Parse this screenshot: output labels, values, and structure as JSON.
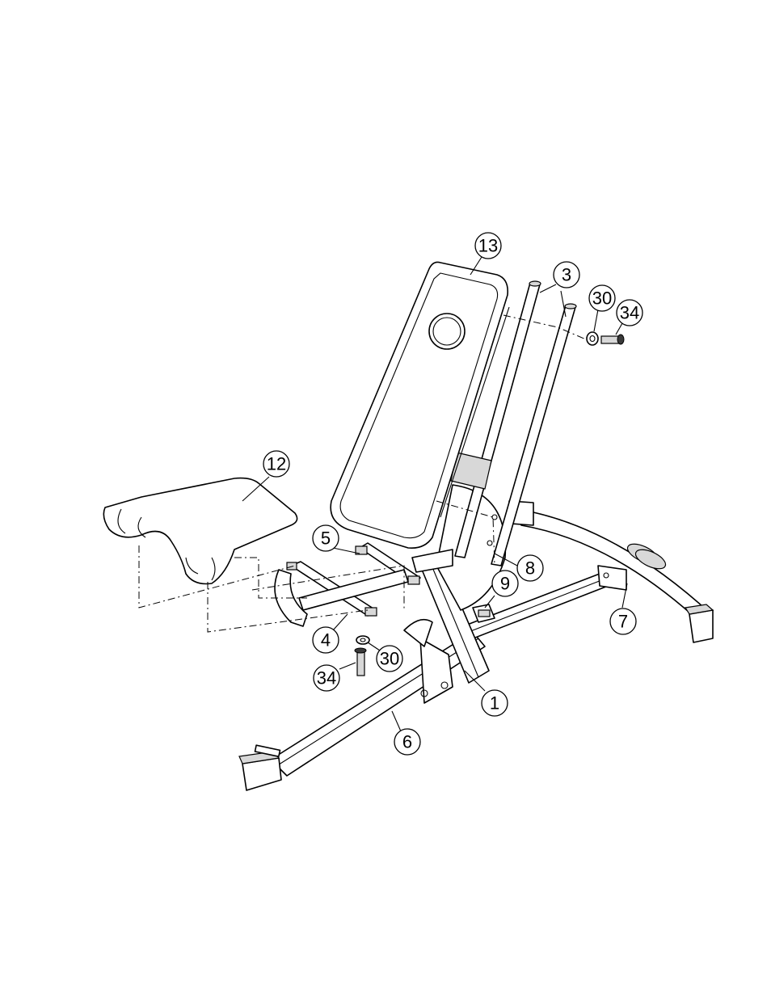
{
  "diagram": {
    "parts": [
      {
        "id": "p13",
        "label": "13",
        "name": "back-pad"
      },
      {
        "id": "p3",
        "label": "3",
        "name": "backrest-frame"
      },
      {
        "id": "p30a",
        "label": "30",
        "name": "washer"
      },
      {
        "id": "p34a",
        "label": "34",
        "name": "bolt"
      },
      {
        "id": "p12",
        "label": "12",
        "name": "seat-pad"
      },
      {
        "id": "p5",
        "label": "5",
        "name": "seat-support-tube"
      },
      {
        "id": "p8",
        "label": "8",
        "name": "adjustment-plate"
      },
      {
        "id": "p9",
        "label": "9",
        "name": "pop-pin-knob"
      },
      {
        "id": "p7",
        "label": "7",
        "name": "rear-stabilizer"
      },
      {
        "id": "p4",
        "label": "4",
        "name": "seat-bracket"
      },
      {
        "id": "p30b",
        "label": "30",
        "name": "washer"
      },
      {
        "id": "p34b",
        "label": "34",
        "name": "bolt"
      },
      {
        "id": "p1",
        "label": "1",
        "name": "main-frame"
      },
      {
        "id": "p6",
        "label": "6",
        "name": "front-stabilizer"
      }
    ]
  }
}
